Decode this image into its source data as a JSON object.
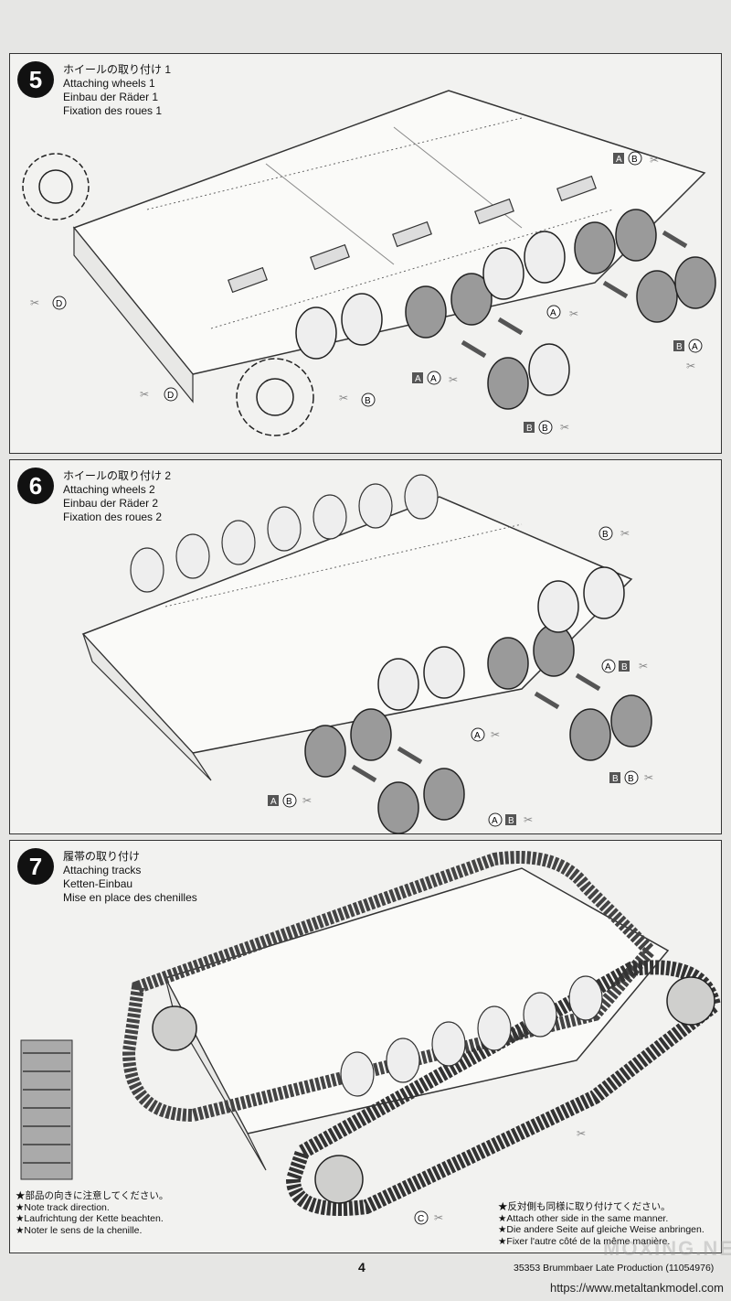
{
  "steps": [
    {
      "number": "5",
      "title_jp": "ホイールの取り付け 1",
      "title_en": "Attaching wheels 1",
      "title_de": "Einbau der Räder 1",
      "title_fr": "Fixation des roues 1",
      "labels": {
        "A": "A",
        "B": "B",
        "D": "D"
      }
    },
    {
      "number": "6",
      "title_jp": "ホイールの取り付け 2",
      "title_en": "Attaching wheels 2",
      "title_de": "Einbau der Räder 2",
      "title_fr": "Fixation des roues 2",
      "labels": {
        "A": "A",
        "B": "B"
      }
    },
    {
      "number": "7",
      "title_jp": "履帯の取り付け",
      "title_en": "Attaching tracks",
      "title_de": "Ketten-Einbau",
      "title_fr": "Mise en place des chenilles",
      "labels": {
        "C": "C"
      },
      "note_left": [
        "★部品の向きに注意してください。",
        "★Note track direction.",
        "★Laufrichtung der Kette beachten.",
        "★Noter le sens de la chenille."
      ],
      "note_right": [
        "★反対側も同様に取り付けてください。",
        "★Attach other side in the same manner.",
        "★Die andere Seite auf gleiche Weise anbringen.",
        "★Fixer l'autre côté de la même manière."
      ]
    }
  ],
  "footer": {
    "page_number": "4",
    "product": "35353  Brummbaer Late Production (11054976)",
    "url": "https://www.metaltankmodel.com",
    "watermark": "MOXING.NET"
  }
}
